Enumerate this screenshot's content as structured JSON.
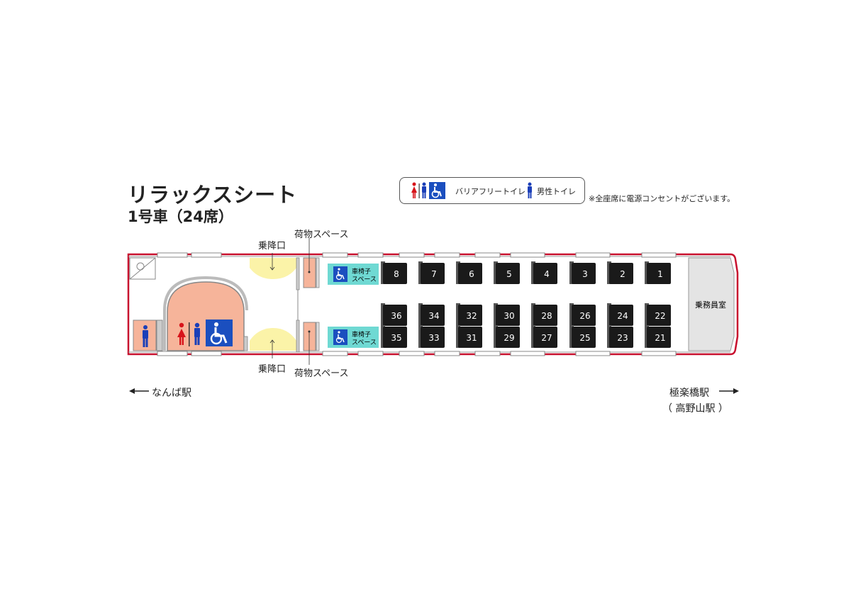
{
  "header": {
    "title": "リラックスシート",
    "subtitle": "1号車（24席）"
  },
  "legend": {
    "barrier_free_label": "バリアフリートイレ",
    "male_toilet_label": "男性トイレ"
  },
  "notes": {
    "power_outlet": "※全座席に電源コンセントがございます。"
  },
  "labels": {
    "boarding_top": "乗降口",
    "boarding_bottom": "乗降口",
    "luggage_top": "荷物スペース",
    "luggage_bottom": "荷物スペース",
    "wheelchair_space_line1": "車椅子",
    "wheelchair_space_line2": "スペース",
    "crew_room": "乗務員室"
  },
  "directions": {
    "left": "なんば駅",
    "right": "極楽橋駅",
    "right_sub": "（ 高野山駅 ）"
  },
  "seats": {
    "top_row": [
      "8",
      "7",
      "6",
      "5",
      "4",
      "3",
      "2",
      "1"
    ],
    "bottom_upper": [
      "36",
      "34",
      "32",
      "30",
      "28",
      "26",
      "24",
      "22"
    ],
    "bottom_lower": [
      "35",
      "33",
      "31",
      "29",
      "27",
      "25",
      "23",
      "21"
    ]
  },
  "colors": {
    "body_outline": "#c8102e",
    "seat": "#1a1a1a",
    "toilet_room": "#f6b49a",
    "boarding_area": "#fbf3a8",
    "wheelchair_space": "#6fd9d3",
    "accessibility_blue": "#1b4fbf",
    "female_red": "#d7141a",
    "male_blue": "#1b3fb8",
    "crew_room": "#e4e4e4"
  },
  "icons": {
    "female_toilet": "female-icon",
    "male_toilet": "male-icon",
    "wheelchair": "wheelchair-icon",
    "arrow_left": "arrow-left-icon",
    "arrow_right": "arrow-right-icon"
  }
}
